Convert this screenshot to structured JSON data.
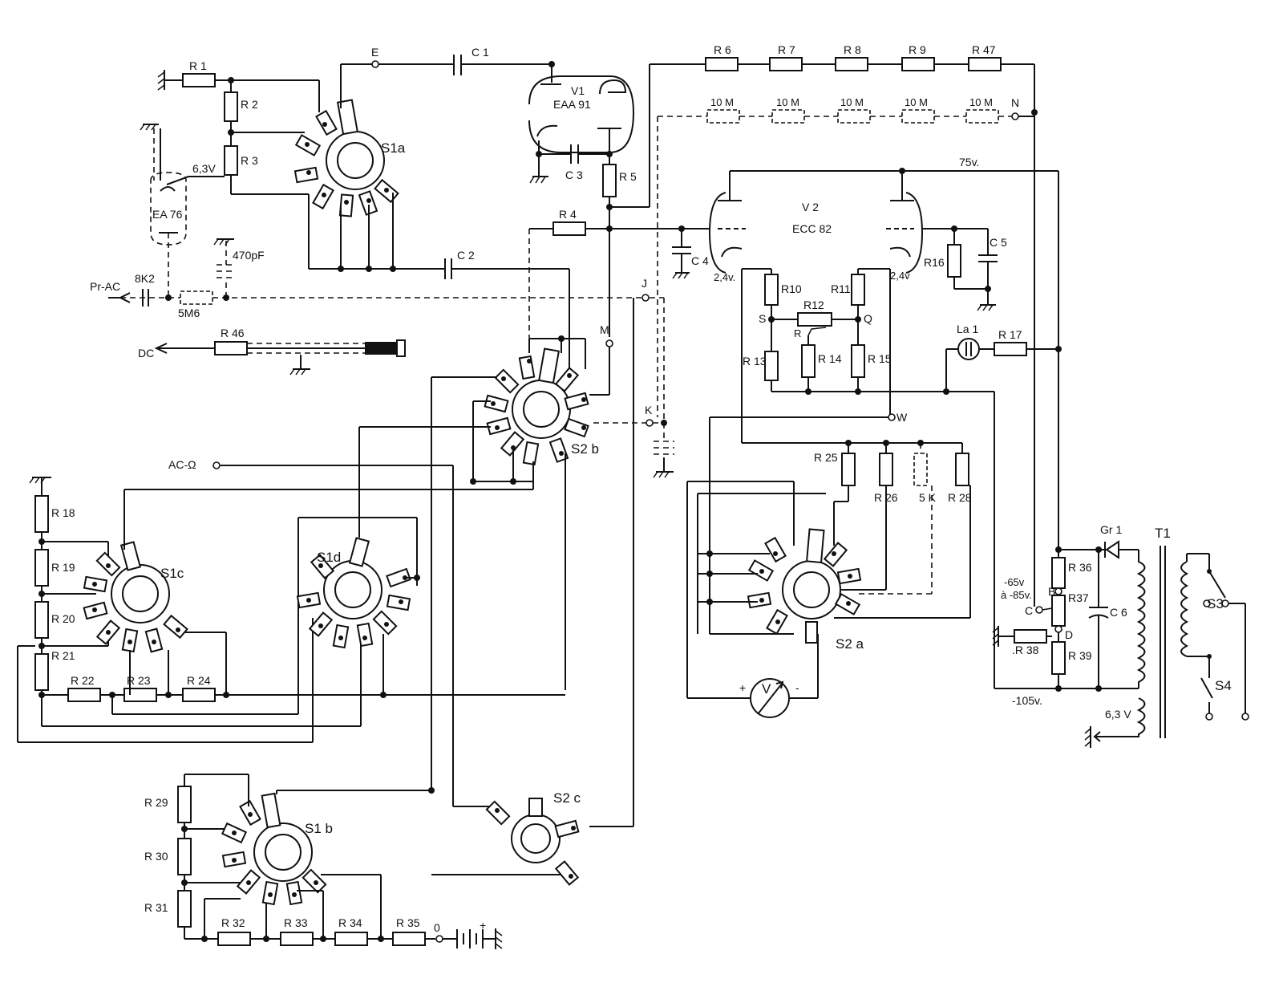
{
  "resistors": {
    "R1": "R 1",
    "R2": "R 2",
    "R3": "R 3",
    "R4": "R 4",
    "R5": "R 5",
    "R6": "R 6",
    "R7": "R 7",
    "R8": "R 8",
    "R9": "R 9",
    "R47": "R 47",
    "R10": "R10",
    "R11": "R11",
    "R12": "R12",
    "R13": "R 13",
    "R14": "R 14",
    "R15": "R 15",
    "R16": "R16",
    "R17": "R 17",
    "R18": "R 18",
    "R19": "R 19",
    "R20": "R 20",
    "R21": "R 21",
    "R22": "R 22",
    "R23": "R 23",
    "R24": "R 24",
    "R25": "R 25",
    "R26": "R 26",
    "R28": "R 28",
    "R29": "R 29",
    "R30": "R 30",
    "R31": "R 31",
    "R32": "R 32",
    "R33": "R 33",
    "R34": "R 34",
    "R35": "R 35",
    "R36": "R 36",
    "R37": "R37",
    "R38": ".R 38",
    "R39": "R 39",
    "R46": "R 46",
    "R_10M": "10 M",
    "R_5K": "5 K",
    "R_8K2": "8K2",
    "R_5M6": "5M6"
  },
  "capacitors": {
    "C1": "C 1",
    "C2": "C 2",
    "C3": "C 3",
    "C4": "C 4",
    "C5": "C 5",
    "C6": "C 6",
    "C470": "470pF"
  },
  "tubes": {
    "V1": "V1",
    "V1_type": "EAA 91",
    "V2": "V 2",
    "V2_type": "ECC 82",
    "EA76": "EA 76"
  },
  "switches": {
    "S1a": "S1a",
    "S1b": "S1 b",
    "S1c": "S1c",
    "S1d": "S1d",
    "S2a": "S2 a",
    "S2b": "S2 b",
    "S2c": "S2 c",
    "S3": "S3",
    "S4": "S4"
  },
  "nodes": {
    "E": "E",
    "N": "N",
    "J": "J",
    "M": "M",
    "K": "K",
    "W": "W",
    "S": "S",
    "Q": "Q",
    "R": "R",
    "B": "B",
    "C": "C",
    "D": "D",
    "O": "0"
  },
  "voltages": {
    "v75": "75v.",
    "v24_left": "2,4v.",
    "v24_right": "2,4v",
    "v63_top": "6,3V",
    "v63_bottom": "6,3 V",
    "v65": "-65v",
    "v85": "à -85v.",
    "v105": "-105v."
  },
  "terminals": {
    "prac": "Pr-AC",
    "dc": "DC",
    "acohm": "AC-Ω"
  },
  "misc": {
    "La1": "La 1",
    "Gr1": "Gr 1",
    "T1": "T1",
    "meter": "V",
    "plus": "+",
    "minus": "-"
  }
}
